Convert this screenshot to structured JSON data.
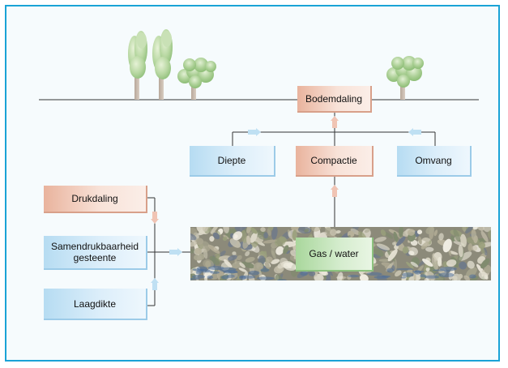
{
  "nodes": {
    "bodemdaling": "Bodemdaling",
    "diepte": "Diepte",
    "compactie": "Compactie",
    "omvang": "Omvang",
    "drukdaling": "Drukdaling",
    "samendrukbaarheid": "Samendrukbaarheid gesteente",
    "laagdikte": "Laagdikte",
    "gas_water": "Gas / water"
  },
  "colors": {
    "frame_border": "#1aa3d6",
    "orange_box": "#f8e2d8",
    "blue_box": "#dceefa",
    "green_box": "#d6edcf",
    "connector": "#333333",
    "arrow_orange": "#f0c4b4",
    "arrow_blue": "#bfe0f3"
  },
  "icons": [
    "tree-icon",
    "bush-icon",
    "arrow-up-icon",
    "arrow-down-icon",
    "arrow-right-icon"
  ]
}
